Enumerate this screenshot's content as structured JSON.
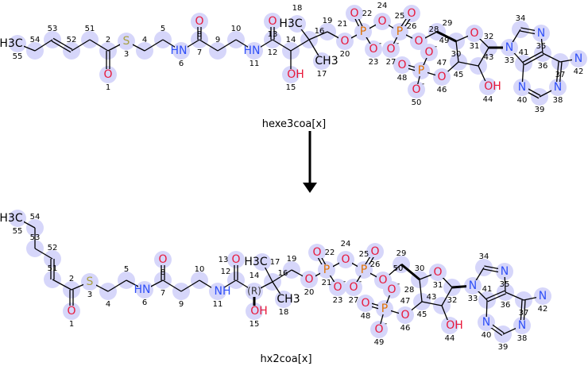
{
  "colors": {
    "highlight": "#d6d6fa",
    "O": "#e8183a",
    "N": "#3050f8",
    "P": "#e07000",
    "S": "#a8a040",
    "C": "#000000",
    "bond": "#000000"
  },
  "arrow": {
    "direction": "down"
  },
  "molecules": [
    {
      "name": "hexe3coa[x]",
      "atoms": [
        {
          "n": "55",
          "label": "H3C"
        },
        {
          "n": "54",
          "label": ""
        },
        {
          "n": "53",
          "label": ""
        },
        {
          "n": "52",
          "label": ""
        },
        {
          "n": "51",
          "label": ""
        },
        {
          "n": "2",
          "label": ""
        },
        {
          "n": "1",
          "label": "O"
        },
        {
          "n": "3",
          "label": "S"
        },
        {
          "n": "4",
          "label": ""
        },
        {
          "n": "5",
          "label": ""
        },
        {
          "n": "6",
          "label": "HN"
        },
        {
          "n": "7",
          "label": ""
        },
        {
          "n": "8",
          "label": "O"
        },
        {
          "n": "9",
          "label": ""
        },
        {
          "n": "10",
          "label": ""
        },
        {
          "n": "11",
          "label": "HN"
        },
        {
          "n": "12",
          "label": ""
        },
        {
          "n": "13",
          "label": "O"
        },
        {
          "n": "14",
          "label": ""
        },
        {
          "n": "15",
          "label": "OH"
        },
        {
          "n": "16",
          "label": ""
        },
        {
          "n": "17",
          "label": "CH3"
        },
        {
          "n": "18",
          "label": "H3C"
        },
        {
          "n": "19",
          "label": ""
        },
        {
          "n": "20",
          "label": "O"
        },
        {
          "n": "21",
          "label": "P"
        },
        {
          "n": "22",
          "label": "O"
        },
        {
          "n": "23",
          "label": "O-"
        },
        {
          "n": "24",
          "label": "O"
        },
        {
          "n": "25",
          "label": "P"
        },
        {
          "n": "26",
          "label": "O"
        },
        {
          "n": "27",
          "label": "O-"
        },
        {
          "n": "28",
          "label": "O"
        },
        {
          "n": "29",
          "label": ""
        },
        {
          "n": "30",
          "label": ""
        },
        {
          "n": "31",
          "label": "O"
        },
        {
          "n": "32",
          "label": ""
        },
        {
          "n": "33",
          "label": "N"
        },
        {
          "n": "34",
          "label": ""
        },
        {
          "n": "35",
          "label": "N"
        },
        {
          "n": "36",
          "label": ""
        },
        {
          "n": "37",
          "label": ""
        },
        {
          "n": "38",
          "label": "N"
        },
        {
          "n": "39",
          "label": ""
        },
        {
          "n": "40",
          "label": "N"
        },
        {
          "n": "41",
          "label": ""
        },
        {
          "n": "42",
          "label": "N"
        },
        {
          "n": "43",
          "label": ""
        },
        {
          "n": "44",
          "label": "OH"
        },
        {
          "n": "45",
          "label": ""
        },
        {
          "n": "46",
          "label": "O"
        },
        {
          "n": "47",
          "label": "P"
        },
        {
          "n": "48",
          "label": "O"
        },
        {
          "n": "49",
          "label": "O-"
        },
        {
          "n": "50",
          "label": "O-"
        }
      ]
    },
    {
      "name": "hx2coa[x]",
      "stereo_label": "(R)",
      "atoms": [
        {
          "n": "55",
          "label": "H3C"
        },
        {
          "n": "54",
          "label": ""
        },
        {
          "n": "53",
          "label": ""
        },
        {
          "n": "52",
          "label": ""
        },
        {
          "n": "51",
          "label": ""
        },
        {
          "n": "2",
          "label": ""
        },
        {
          "n": "1",
          "label": "O"
        },
        {
          "n": "3",
          "label": "S"
        },
        {
          "n": "4",
          "label": ""
        },
        {
          "n": "5",
          "label": ""
        },
        {
          "n": "6",
          "label": "HN"
        },
        {
          "n": "7",
          "label": ""
        },
        {
          "n": "8",
          "label": "O"
        },
        {
          "n": "9",
          "label": ""
        },
        {
          "n": "10",
          "label": ""
        },
        {
          "n": "11",
          "label": "NH"
        },
        {
          "n": "12",
          "label": ""
        },
        {
          "n": "13",
          "label": "O"
        },
        {
          "n": "14",
          "label": "(R)"
        },
        {
          "n": "15",
          "label": "OH"
        },
        {
          "n": "16",
          "label": ""
        },
        {
          "n": "17",
          "label": "H3C"
        },
        {
          "n": "18",
          "label": "CH3"
        },
        {
          "n": "19",
          "label": ""
        },
        {
          "n": "20",
          "label": "O"
        },
        {
          "n": "21",
          "label": "P"
        },
        {
          "n": "22",
          "label": "O"
        },
        {
          "n": "23",
          "label": "O-"
        },
        {
          "n": "24",
          "label": "O"
        },
        {
          "n": "25",
          "label": "P"
        },
        {
          "n": "26",
          "label": "O"
        },
        {
          "n": "27",
          "label": "O-"
        },
        {
          "n": "50",
          "label": "O"
        },
        {
          "n": "29",
          "label": ""
        },
        {
          "n": "30",
          "label": ""
        },
        {
          "n": "31",
          "label": "O"
        },
        {
          "n": "32",
          "label": ""
        },
        {
          "n": "33",
          "label": "N"
        },
        {
          "n": "34",
          "label": ""
        },
        {
          "n": "35",
          "label": "N"
        },
        {
          "n": "36",
          "label": ""
        },
        {
          "n": "37",
          "label": ""
        },
        {
          "n": "38",
          "label": "N"
        },
        {
          "n": "39",
          "label": ""
        },
        {
          "n": "40",
          "label": "N"
        },
        {
          "n": "41",
          "label": ""
        },
        {
          "n": "42",
          "label": "N"
        },
        {
          "n": "43",
          "label": ""
        },
        {
          "n": "44",
          "label": "OH"
        },
        {
          "n": "45",
          "label": ""
        },
        {
          "n": "46",
          "label": "O"
        },
        {
          "n": "47",
          "label": "P"
        },
        {
          "n": "48",
          "label": "O"
        },
        {
          "n": "28",
          "label": "O-"
        },
        {
          "n": "49",
          "label": "O-"
        }
      ]
    }
  ]
}
